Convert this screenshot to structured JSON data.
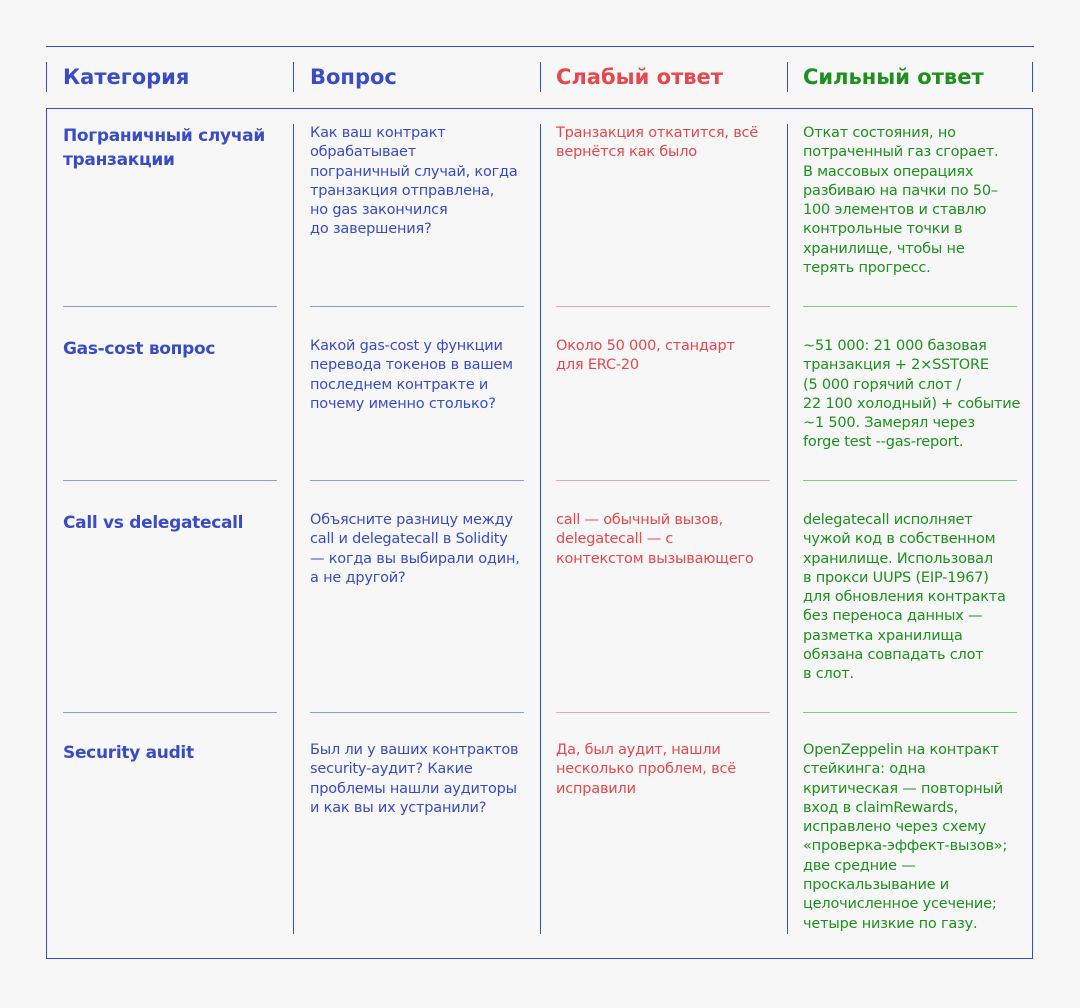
{
  "colors": {
    "border": "#3b4fc4",
    "category": "#3a4cc4",
    "question": "#3a4cc4",
    "weak": "#e5484d",
    "strong": "#1f8f1f",
    "background": "#f7f7f7"
  },
  "headers": {
    "category": "Категория",
    "question": "Вопрос",
    "weak": "Слабый ответ",
    "strong": "Сильный ответ"
  },
  "rows": [
    {
      "category": [
        "Пограничный случай",
        "транзакции"
      ],
      "question": [
        "Как ваш контракт",
        "обрабатывает",
        "пограничный случай, когда",
        "транзакция отправлена,",
        "но gas закончился",
        "до завершения?"
      ],
      "weak": [
        "Транзакция откатится, всё",
        "вернётся как было"
      ],
      "strong": [
        "Откат состояния, но",
        "потраченный газ сгорает.",
        "В массовых операциях",
        "разбиваю на пачки по 50–",
        "100 элементов и ставлю",
        "контрольные точки в",
        "хранилище, чтобы не",
        "терять прогресс."
      ]
    },
    {
      "category": [
        "Gas-cost вопрос"
      ],
      "question": [
        "Какой gas-cost у функции",
        "перевода токенов в вашем",
        "последнем контракте и",
        "почему именно столько?"
      ],
      "weak": [
        "Около 50 000, стандарт",
        "для ERC-20"
      ],
      "strong": [
        "~51 000: 21 000 базовая",
        "транзакция + 2×SSTORE",
        "(5 000 горячий слот /",
        "22 100 холодный) + событие",
        "~1 500. Замерял через",
        "forge test --gas-report."
      ]
    },
    {
      "category": [
        "Call vs delegatecall"
      ],
      "question": [
        "Объясните разницу между",
        "call и delegatecall в Solidity",
        "— когда вы выбирали один,",
        "а не другой?"
      ],
      "weak": [
        "call — обычный вызов,",
        "delegatecall — с",
        "контекстом вызывающего"
      ],
      "strong": [
        "delegatecall исполняет",
        "чужой код в собственном",
        "хранилище. Использовал",
        "в прокси UUPS (EIP-1967)",
        "для обновления контракта",
        "без переноса данных —",
        "разметка хранилища",
        "обязана совпадать слот",
        "в слот."
      ]
    },
    {
      "category": [
        "Security audit"
      ],
      "question": [
        "Был ли у ваших контрактов",
        "security-аудит? Какие",
        "проблемы нашли аудиторы",
        "и как вы их устранили?"
      ],
      "weak": [
        "Да, был аудит, нашли",
        "несколько проблем, всё",
        "исправили"
      ],
      "strong": [
        "OpenZeppelin на контракт",
        "стейкинга: одна",
        "критическая — повторный",
        "вход в claimRewards,",
        "исправлено через схему",
        "«проверка-эффект-вызов»;",
        "две средние —",
        "проскальзывание и",
        "целочисленное усечение;",
        "четыре низкие по газу."
      ]
    }
  ]
}
